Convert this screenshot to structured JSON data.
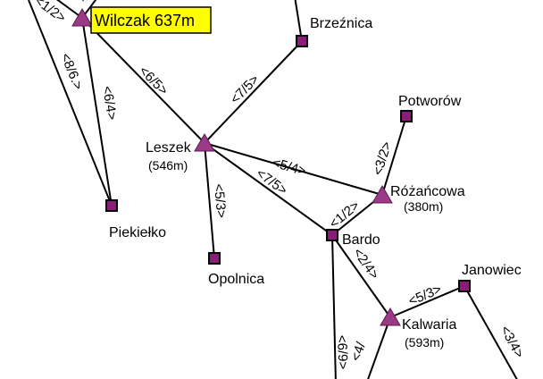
{
  "places": {
    "wilczak": "Wilczak 637m",
    "brzeznica": "Brzeźnica",
    "potworow": "Potworów",
    "leszek": "Leszek",
    "leszek_elev": "(546m)",
    "rozancowa": "Różańcowa",
    "rozancowa_elev": "(380m)",
    "bardo": "Bardo",
    "piekielko": "Piekiełko",
    "opolnica": "Opolnica",
    "janowiec": "Janowiec",
    "kalwaria": "Kalwaria",
    "kalwaria_elev": "(593m)"
  },
  "times": {
    "wilczak_top": "<1/2>",
    "wilczak_top2": "<",
    "wilczak_piek_left": "<8/6.>",
    "wilczak_piek_right": "<6/4>",
    "wilczak_leszek": "<6/5>",
    "leszek_brzeznica": "<7/5>",
    "leszek_rozancowa": "<5/4>",
    "leszek_bardo": "<7/5>",
    "leszek_opolnica": "<5/3>",
    "rozancowa_potworow": "<3/2>",
    "rozancowa_bardo": "<1/2>",
    "bardo_kalwaria": "<2/4>",
    "bardo_south": "<6/9>",
    "kalwaria_janowiec": "<5/3>",
    "kalwaria_south": "<4/",
    "janowiec_south": "<3/4>"
  },
  "colors": {
    "hut": "#8a1d78",
    "peak": "#9b3a86",
    "highlight": "#ffff00"
  }
}
